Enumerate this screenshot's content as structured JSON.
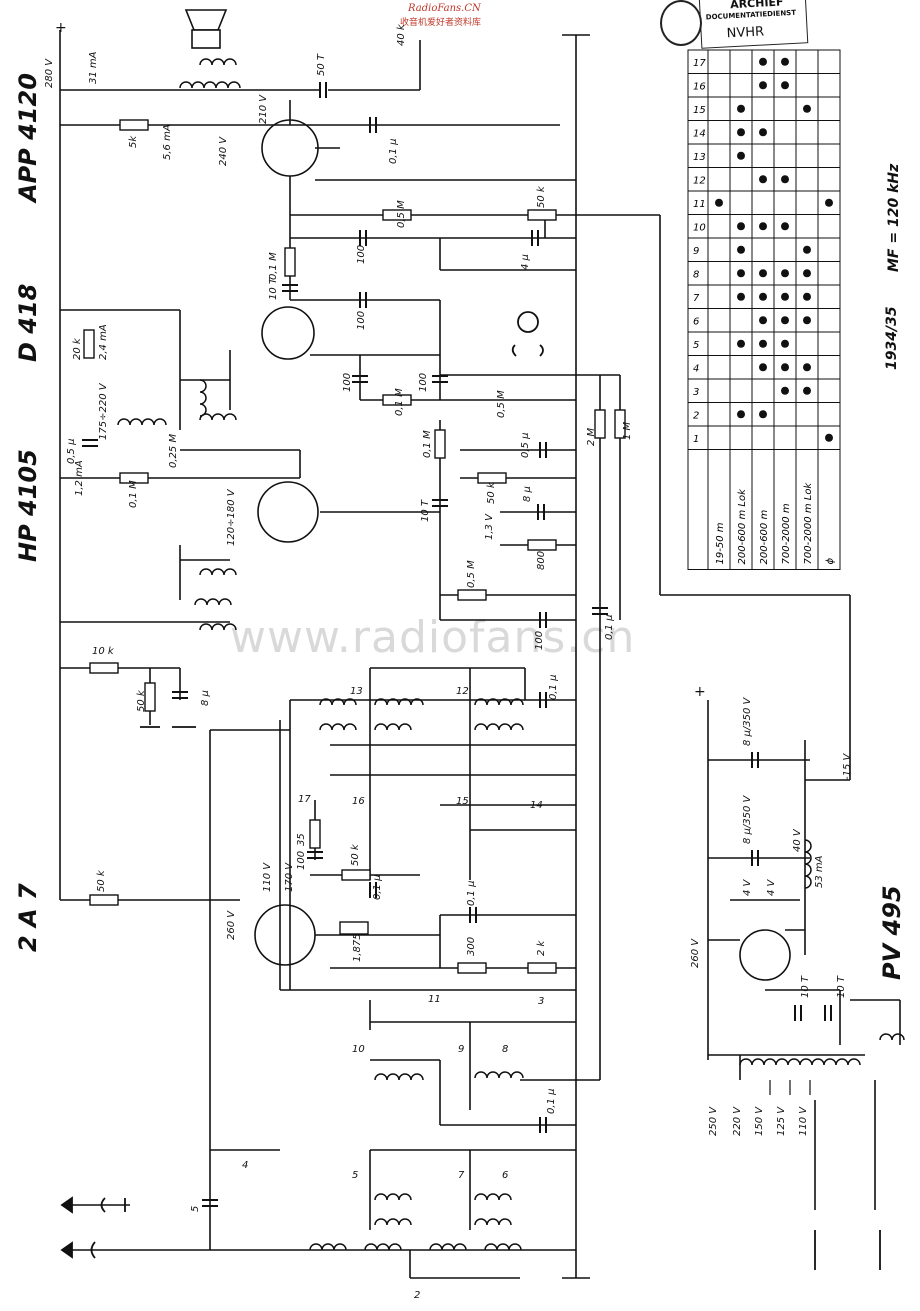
{
  "header": {
    "source_text": "RadioFans.CN",
    "source_sub": "收音机爱好者资料库",
    "stamp_top": "ARCHIEF",
    "stamp_mid": "DOCUMENTATIEDIENST",
    "stamp_org": "NVHR"
  },
  "tubes": {
    "output": "APP 4120",
    "detector": "D 418",
    "if_amp": "HP 4105",
    "mixer": "2 A 7",
    "rectifier": "PV 495"
  },
  "watermark": "www.radiofans.cn",
  "annotations": {
    "year": "1934/35",
    "mf": "MF = 120 kHz"
  },
  "switch_table": {
    "columns": [
      "1",
      "2",
      "3",
      "4",
      "5",
      "6",
      "7",
      "8",
      "9",
      "10",
      "11",
      "12",
      "13",
      "14",
      "15",
      "16",
      "17"
    ],
    "rows": [
      {
        "label": "19-50 m",
        "dots": [
          11
        ]
      },
      {
        "label": "200-600 m Lok",
        "dots": [
          2,
          5,
          7,
          8,
          9,
          10,
          13,
          14,
          15
        ]
      },
      {
        "label": "200-600 m",
        "dots": [
          2,
          4,
          5,
          6,
          7,
          8,
          10,
          12,
          14,
          16,
          17
        ]
      },
      {
        "label": "700-2000 m",
        "dots": [
          3,
          4,
          5,
          6,
          7,
          8,
          10,
          12,
          16,
          17
        ]
      },
      {
        "label": "700-2000 m Lok",
        "dots": [
          3,
          4,
          6,
          7,
          8,
          9,
          15
        ]
      },
      {
        "label": "ɸ",
        "dots": [
          1,
          11
        ]
      }
    ]
  },
  "components": {
    "r_5k": "5k",
    "i_56ma": "5,6 mA",
    "v_280": "280 V",
    "i_31ma": "31 mA",
    "c_50t": "50 T",
    "r_40k": "40 k",
    "v_210": "210 V",
    "v_240": "240 V",
    "c_01u_top": "0,1 μ",
    "r_05m_a": "0,5 M",
    "r_50k_a": "50 k",
    "c_4u": "4 μ",
    "r_01m_a": "0,1 M",
    "c_10t_a": "10 T",
    "c_100_a": "100",
    "c_100_b": "100",
    "c_100_c": "100",
    "c_100_d": "100",
    "r_01m_b": "0,1 M",
    "r_05m_b": "0,5 M",
    "r_20k": "20 k",
    "i_24ma": "2,4 mA",
    "v_175_220": "175÷220 V",
    "c_05u": "0,5 μ",
    "r_025m": "0,25 M",
    "r_01m_c": "0,1 M",
    "i_12ma": "1,2 mA",
    "r_01m_d": "0,1 M",
    "r_2m": "2 M",
    "r_1m": "1 M",
    "c_05u_b": "0,5 μ",
    "c_10t_b": "10 T",
    "r_50k_b": "50 k",
    "c_8u_a": "8 μ",
    "v_13": "1,3 V",
    "r_800": "800",
    "v_120_180": "120÷180 V",
    "r_05m_c": "0,5 M",
    "c_100_e": "100",
    "c_01u_b": "0,1 μ",
    "r_10k": "10 k",
    "r_50k_c": "50 k",
    "c_8u_b": "8 μ",
    "c_01u_c": "0,1 μ",
    "r_35": "35",
    "c_100_f": "100",
    "r_50k_d": "50 k",
    "c_01u_d": "0,1 μ",
    "v_110": "110 V",
    "v_170": "170 V",
    "v_260": "260 V",
    "r_50k_e": "50 k",
    "r_1875": "1,875",
    "c_01u_e": "0,1 μ",
    "r_300": "300",
    "r_2k": "2 k",
    "c_01u_f": "0,1 μ",
    "c_5": "5",
    "psu_c1": "8 μ/350 V",
    "psu_c2": "8 μ/350 V",
    "psu_v_minus15": "-15 V",
    "psu_v_40": "40 V",
    "psu_i_53ma": "53 mA",
    "psu_v_4a": "4 V",
    "psu_v_4b": "4 V",
    "psu_v_260": "260 V",
    "psu_c10t_a": "10 T",
    "psu_c10t_b": "10 T",
    "mains_250": "250 V",
    "mains_220": "220 V",
    "mains_150": "150 V",
    "mains_125": "125 V",
    "mains_110": "110 V",
    "plus": "+"
  },
  "switch_numbers": [
    "1",
    "2",
    "3",
    "4",
    "5",
    "6",
    "7",
    "8",
    "9",
    "10",
    "11",
    "12",
    "13",
    "14",
    "15",
    "16",
    "17"
  ]
}
